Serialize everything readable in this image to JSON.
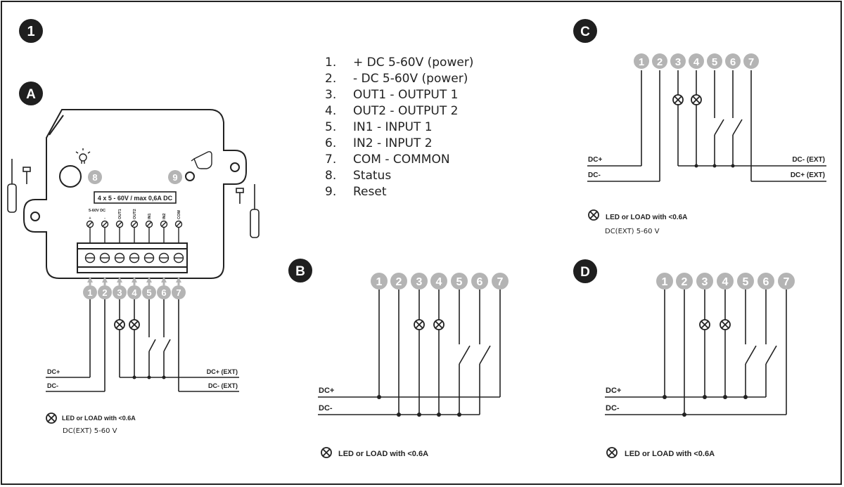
{
  "sections": {
    "main": "1",
    "a": "A",
    "b": "B",
    "c": "C",
    "d": "D"
  },
  "legend": [
    {
      "num": "1.",
      "text": "+ DC 5-60V (power)"
    },
    {
      "num": "2.",
      "text": "- DC 5-60V (power)"
    },
    {
      "num": "3.",
      "text": "OUT1 - OUTPUT 1"
    },
    {
      "num": "4.",
      "text": "OUT2 - OUTPUT 2"
    },
    {
      "num": "5.",
      "text": "IN1 - INPUT 1"
    },
    {
      "num": "6.",
      "text": "IN2 - INPUT 2"
    },
    {
      "num": "7.",
      "text": "COM - COMMON"
    },
    {
      "num": "8.",
      "text": "Status"
    },
    {
      "num": "9.",
      "text": "Reset"
    }
  ],
  "terminals": [
    "1",
    "2",
    "3",
    "4",
    "5",
    "6",
    "7"
  ],
  "device": {
    "rating_label": "4 x 5 - 60V / max 0,6A DC",
    "terminal_labels": [
      "5-60V DC",
      "+",
      "-",
      "OUT1",
      "OUT2",
      "IN1",
      "IN2",
      "COM"
    ],
    "status_marker": "8",
    "reset_marker": "9"
  },
  "wire_labels": {
    "dc_plus": "DC+",
    "dc_minus": "DC-",
    "dc_plus_ext": "DC+ (EXT)",
    "dc_minus_ext": "DC- (EXT)"
  },
  "load_note": "LED or LOAD with <0.6A",
  "ext_note": "DC(EXT) 5-60 V",
  "colors": {
    "line": "#222222",
    "badge": "#1f1f1f",
    "terminal_circle": "#b4b4b4"
  }
}
